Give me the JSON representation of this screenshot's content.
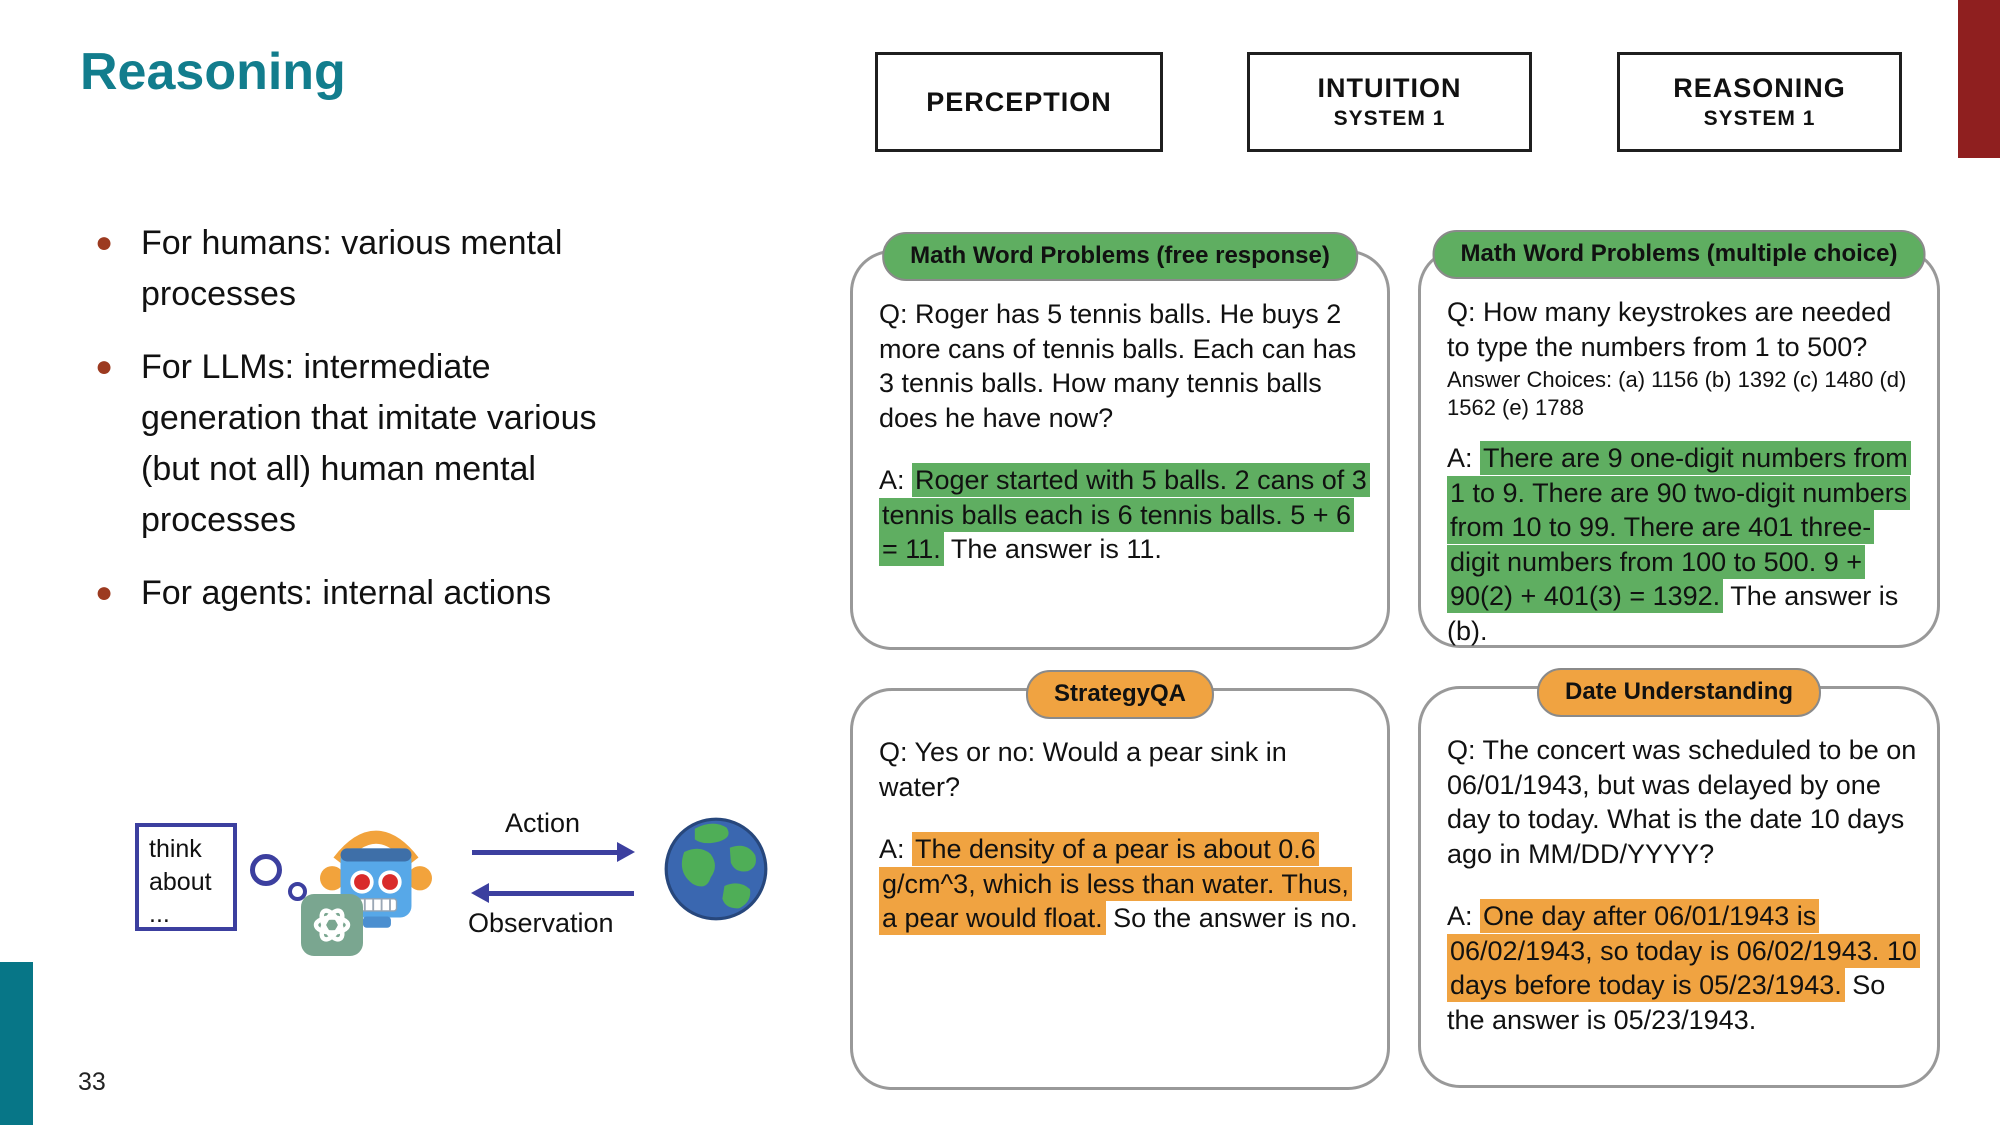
{
  "title": "Reasoning",
  "page_number": "33",
  "bullets": [
    "For humans: various mental processes",
    "For LLMs: intermediate generation that imitate various (but not all) human mental processes",
    "For agents: internal actions"
  ],
  "system_boxes": [
    {
      "line1": "PERCEPTION",
      "line2": ""
    },
    {
      "line1": "INTUITION",
      "line2": "SYSTEM 1"
    },
    {
      "line1": "REASONING",
      "line2": "SYSTEM 1"
    }
  ],
  "cards": [
    {
      "header": "Math Word Problems (free response)",
      "theme": "green",
      "question": "Q: Roger has 5 tennis balls. He buys 2 more cans of tennis balls. Each can has 3 tennis balls. How many tennis balls does he have now?",
      "answer_prefix": "A: ",
      "answer_highlight": "Roger started with 5 balls. 2 cans of 3 tennis balls each is 6 tennis balls. 5 + 6 = 11.",
      "answer_rest": " The answer is 11."
    },
    {
      "header": "Math Word Problems (multiple choice)",
      "theme": "green",
      "question": "Q: How many keystrokes are needed to type the numbers from 1 to 500?",
      "choices": "Answer Choices: (a) 1156 (b) 1392 (c) 1480 (d) 1562 (e) 1788",
      "answer_prefix": "A: ",
      "answer_highlight": "There are 9 one-digit numbers from 1 to 9. There are 90 two-digit numbers from 10 to 99. There are 401 three-digit numbers from 100 to 500. 9 + 90(2) + 401(3) = 1392.",
      "answer_rest": " The answer is (b)."
    },
    {
      "header": "StrategyQA",
      "theme": "orange",
      "question": "Q: Yes or no: Would a pear sink in water?",
      "answer_prefix": "A: ",
      "answer_highlight": "The density of a pear is about 0.6 g/cm^3, which is less than water. Thus, a pear would float.",
      "answer_rest": " So the answer is no."
    },
    {
      "header": "Date Understanding",
      "theme": "orange",
      "question": "Q: The concert was scheduled to be on 06/01/1943, but was delayed by one day to today. What is the date 10 days ago in MM/DD/YYYY?",
      "answer_prefix": "A: ",
      "answer_highlight": "One day after 06/01/1943 is 06/02/1943, so today is 06/02/1943. 10 days before today is 05/23/1943.",
      "answer_rest": " So the answer is 05/23/1943."
    }
  ],
  "diagram": {
    "think_box_text": "think about ...",
    "action_label": "Action",
    "observation_label": "Observation",
    "icons": [
      "thought-bubbles-icon",
      "robot-icon",
      "openai-logo-icon",
      "globe-icon",
      "action-arrow-icon",
      "observation-arrow-icon"
    ]
  },
  "colors": {
    "title_teal": "#127d8d",
    "bullet_maroon": "#9c3a20",
    "corner_bar_maroon": "#8f1f1f",
    "corner_bar_teal": "#077687",
    "green_highlight": "#5fae61",
    "orange_highlight": "#f0a341",
    "diagram_blue": "#3c3f9f"
  }
}
